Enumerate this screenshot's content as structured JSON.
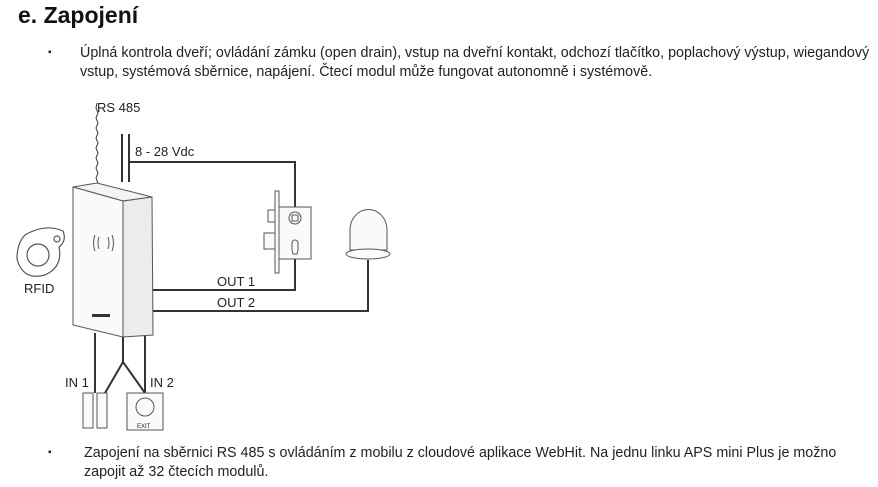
{
  "heading": "e. Zapojení",
  "paragraph1": "Úplná kontrola dveří; ovládání zámku (open drain), vstup na dveřní kontakt, odchozí tlačítko, poplachový výstup, wiegandový vstup, systémová sběrnice, napájení. Čtecí modul může fungovat autonomně i systémově.",
  "paragraph2": "Zapojení na sběrnici RS 485 s ovládáním z mobilu z cloudové aplikace WebHit. Na jednu linku APS mini Plus je možno zapojit až 32 čtecích modulů.",
  "bullet": "▪",
  "diagram": {
    "rs485": "RS 485",
    "power": "8 - 28 Vdc",
    "rfid": "RFID",
    "out1": "OUT 1",
    "out2": "OUT 2",
    "in1": "IN 1",
    "in2": "IN 2",
    "exit": "EXIT"
  }
}
